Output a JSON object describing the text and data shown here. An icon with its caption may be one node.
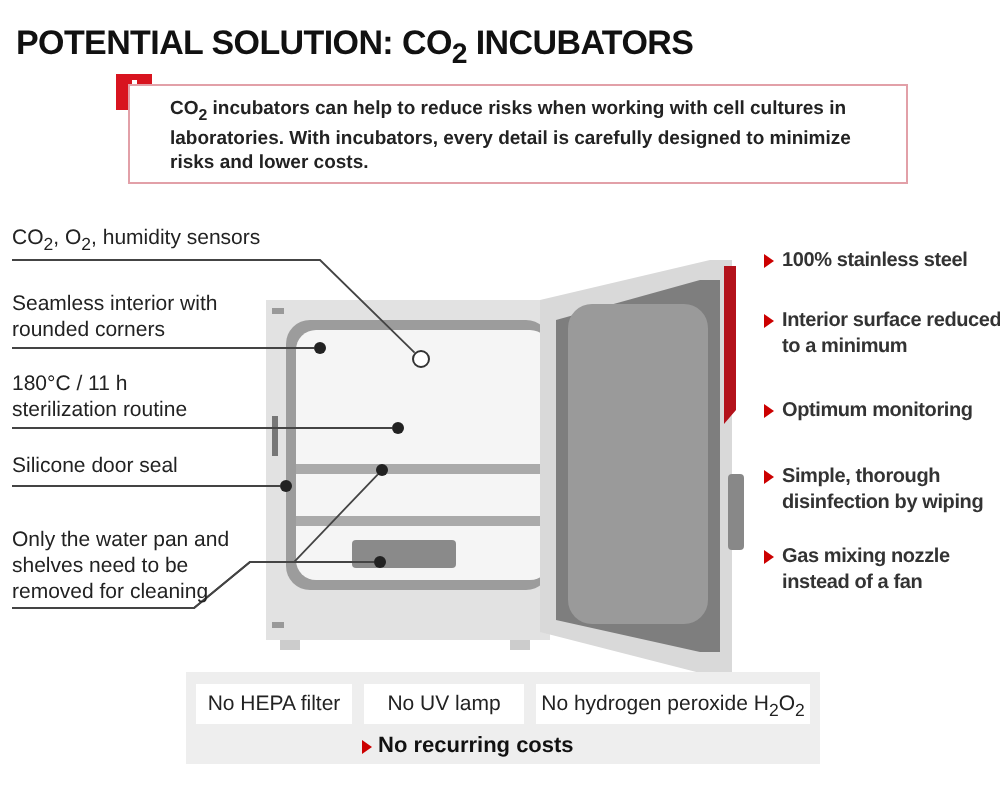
{
  "diagram": {
    "title": "POTENTIAL SOLUTION: CO$_{2}$ INCUBATORS",
    "nodes": [
      {
        "text": [
          "CO$_{2}$ incubators can help to reduce risks when working with cell cultures in laboratories. With incubators, every detail is carefully designed to minimize risks and lower costs."
        ]
      },
      {
        "text": [
          "CO$_{2}$, O$_{2}$, humidity sensors"
        ]
      },
      {
        "text": [],
        "shape": "circle"
      },
      {
        "text": [
          "Seamless interior with rounded corners"
        ]
      },
      {
        "text": [],
        "shape": "circle"
      },
      {
        "text": [
          "180°C / 11 h sterilization routine"
        ]
      },
      {
        "text": [],
        "shape": "circle"
      },
      {
        "text": [
          "Silicone door seal"
        ]
      },
      {
        "text": [],
        "shape": "circle"
      },
      {
        "text": [
          "Only the water pan and shelves need to be removed for cleaning"
        ]
      },
      {
        "text": [],
        "shape": "circle"
      },
      {
        "text": [],
        "shape": "circle"
      },
      {
        "text": [
          "No recurring costs"
        ]
      },
      {
        "text": [
          "No HEPA filter"
        ],
        "in": 12
      },
      {
        "text": [
          "No UV lamp"
        ],
        "in": 12
      },
      {
        "text": [
          "No hydrogen peroxide  H$_{2}$O$_{2}$"
        ],
        "in": 12
      }
    ],
    "edges": [
      {
        "from": 1,
        "to": 2,
        "arrow": "none"
      },
      {
        "from": 3,
        "to": 4,
        "arrow": "none"
      },
      {
        "from": 5,
        "to": 6,
        "arrow": "none"
      },
      {
        "from": 7,
        "to": 8,
        "arrow": "none"
      },
      {
        "from": 9,
        "to": 11,
        "arrow": "none"
      },
      {
        "from": 9,
        "to": 10,
        "arrow": "none"
      }
    ],
    "labels": [
      "100% stainless steel",
      "Interior surface reduced to a minimum",
      "Optimum monitoring",
      "Simple, thorough disinfection by wiping",
      "Gas mixing nozzle instead of a fan"
    ]
  }
}
